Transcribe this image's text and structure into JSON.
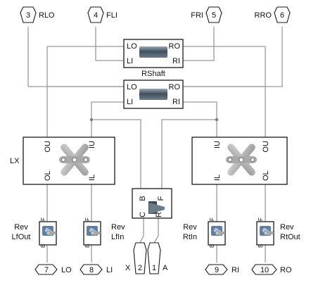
{
  "ports": {
    "p3": {
      "num": "3",
      "label": "RLO"
    },
    "p4": {
      "num": "4",
      "label": "FLI"
    },
    "p5": {
      "num": "5",
      "label": "FRI"
    },
    "p6": {
      "num": "6",
      "label": "RRO"
    },
    "p7": {
      "num": "7",
      "label": "LO"
    },
    "p8": {
      "num": "8",
      "label": "LI"
    },
    "p2": {
      "num": "2",
      "label": "X"
    },
    "p1": {
      "num": "1",
      "label": "A"
    },
    "p9": {
      "num": "9",
      "label": "RI"
    },
    "p10": {
      "num": "10",
      "label": "RO"
    }
  },
  "shaft_top": {
    "lo": "LO",
    "ro": "RO",
    "li": "LI",
    "ri": "RI",
    "name": "RShaft"
  },
  "shaft_mid": {
    "lo": "LO",
    "ro": "RO",
    "li": "LI",
    "ri": "RI"
  },
  "lx": {
    "name": "LX",
    "ou": "OU",
    "iu": "IU",
    "ol": "OL",
    "il": "IL"
  },
  "rx": {
    "ou": "OU",
    "iu": "IU",
    "ol": "OL",
    "il": "IL"
  },
  "center": {
    "b": "B",
    "f": "F",
    "c": "C",
    "r": "R"
  },
  "rev": [
    {
      "line1": "Rev",
      "line2": "LfOut",
      "b": "B",
      "f": "F"
    },
    {
      "line1": "Rev",
      "line2": "LfIn",
      "b": "B",
      "f": "F"
    },
    {
      "line1": "Rev",
      "line2": "RtIn",
      "b": "B",
      "f": "F"
    },
    {
      "line1": "Rev",
      "line2": "RtOut",
      "b": "B",
      "f": "F"
    }
  ],
  "colors": {
    "wire": "#9b9b9b",
    "block_border": "#1a1a1a",
    "shaft_dark": "#3f4f5c",
    "shaft_light": "#9aa8b3"
  }
}
